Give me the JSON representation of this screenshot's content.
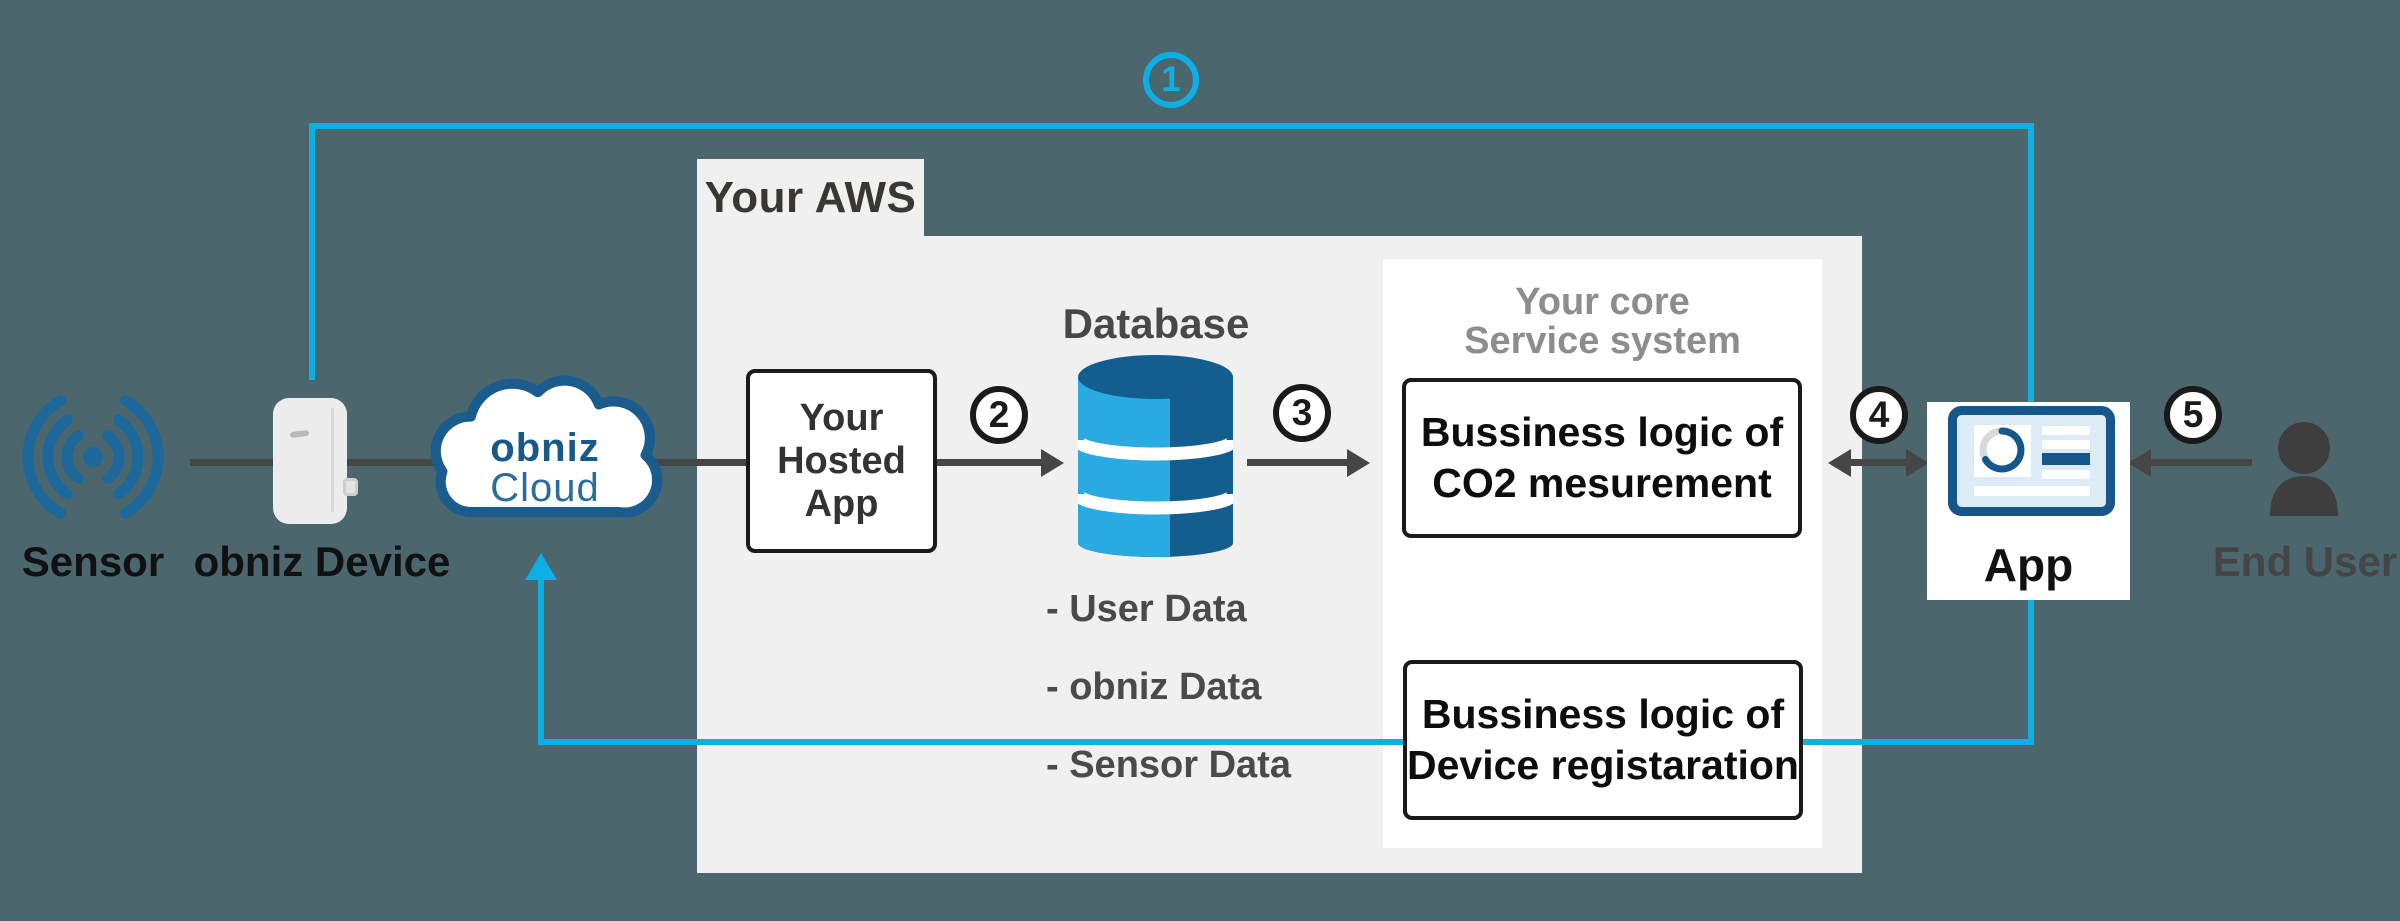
{
  "title": "obniz Cloud CO2 measurement service architecture",
  "colors": {
    "background": "#4c666e",
    "flow_accent_cyan": "#0dafe4",
    "connector_dark": "#464646",
    "aws_panel_gray": "#f0f0f0",
    "panel_white": "#ffffff",
    "brand_blue_dark": "#17598c",
    "brand_blue_mid": "#2a6d9c",
    "database_light_blue": "#29abe2",
    "database_dark_blue": "#135e8f",
    "muted_title_gray": "#8d8d8d",
    "icon_person_gray": "#3f3f3f",
    "sensor_blue": "#1d689b"
  },
  "sensor": {
    "label": "Sensor"
  },
  "device": {
    "label": "obniz Device"
  },
  "cloud": {
    "line1": "obniz",
    "line2": "Cloud"
  },
  "aws": {
    "title": "Your AWS"
  },
  "hosted_app": {
    "line1": "Your",
    "line2": "Hosted",
    "line3": "App"
  },
  "database": {
    "title": "Database",
    "items": [
      "- User Data",
      "- obniz Data",
      "- Sensor Data"
    ]
  },
  "core_panel": {
    "title_line1": "Your core",
    "title_line2": "Service system",
    "box_co2": {
      "line1": "Bussiness logic of",
      "line2": "CO2 mesurement"
    },
    "box_device": {
      "line1": "Bussiness logic of",
      "line2": "Device registaration"
    }
  },
  "app": {
    "label": "App"
  },
  "end_user": {
    "label": "End User"
  },
  "steps": {
    "s1": "1",
    "s2": "2",
    "s3": "3",
    "s4": "4",
    "s5": "5"
  }
}
